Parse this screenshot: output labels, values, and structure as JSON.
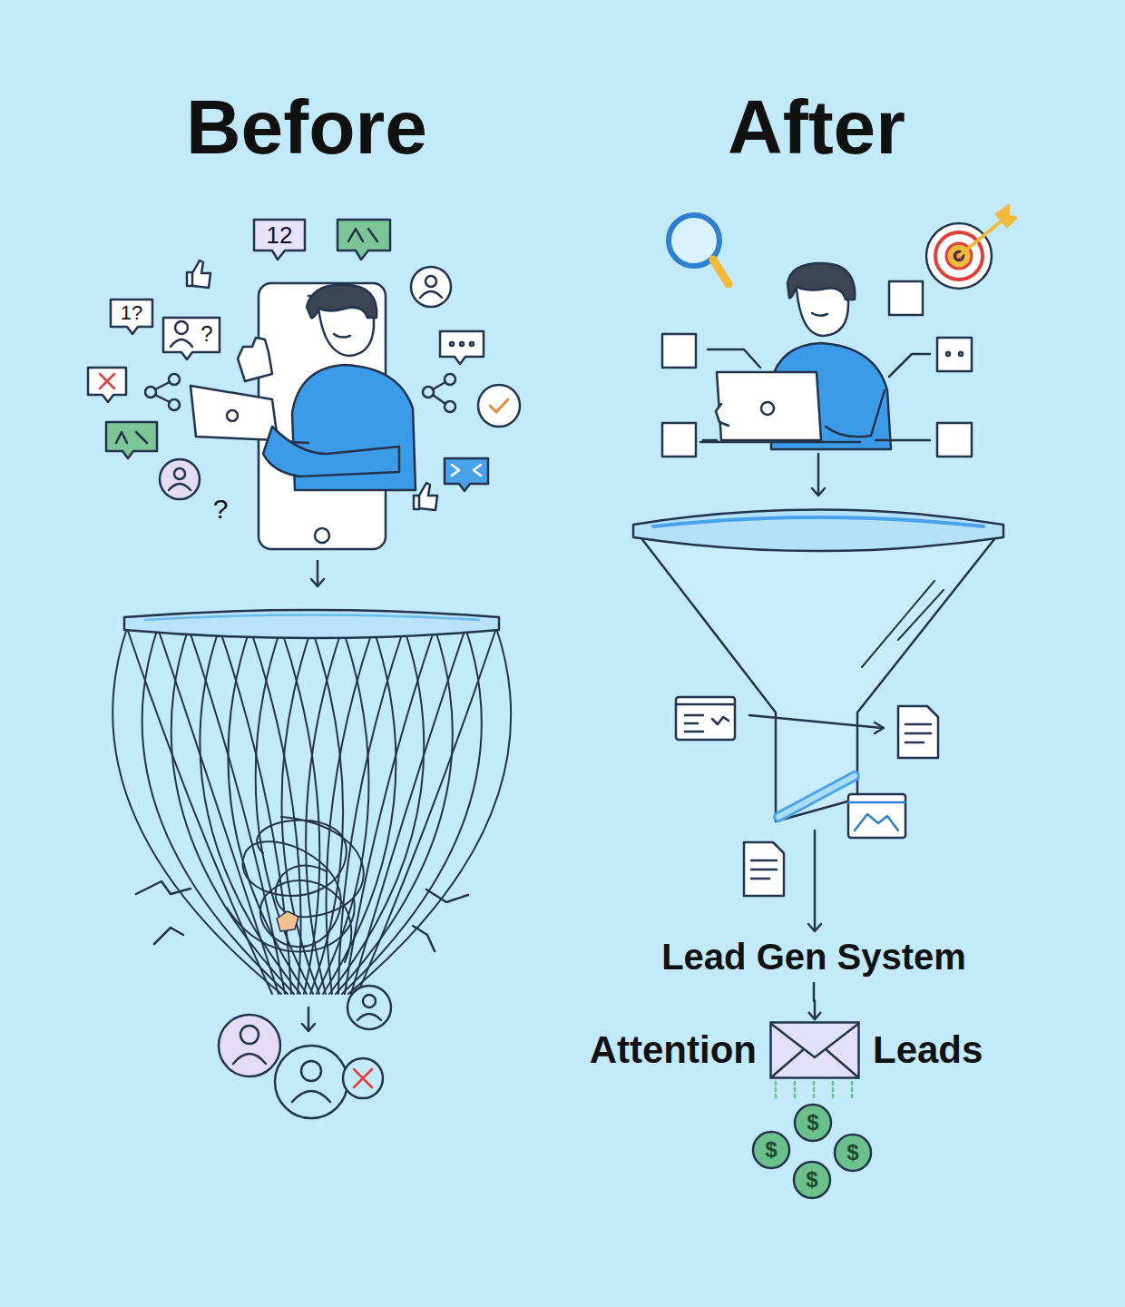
{
  "diagram": {
    "nodes": [
      {
        "text": [
          "Lead Gen System"
        ]
      },
      {
        "text": [
          "Attention",
          "Leads"
        ]
      }
    ],
    "edges": [
      {
        "from": 0,
        "to": 1,
        "arrow": "to"
      }
    ],
    "labels": [
      "Before",
      "After",
      "12",
      "1?",
      "?",
      "?",
      "$",
      "$",
      "$",
      "$"
    ]
  }
}
